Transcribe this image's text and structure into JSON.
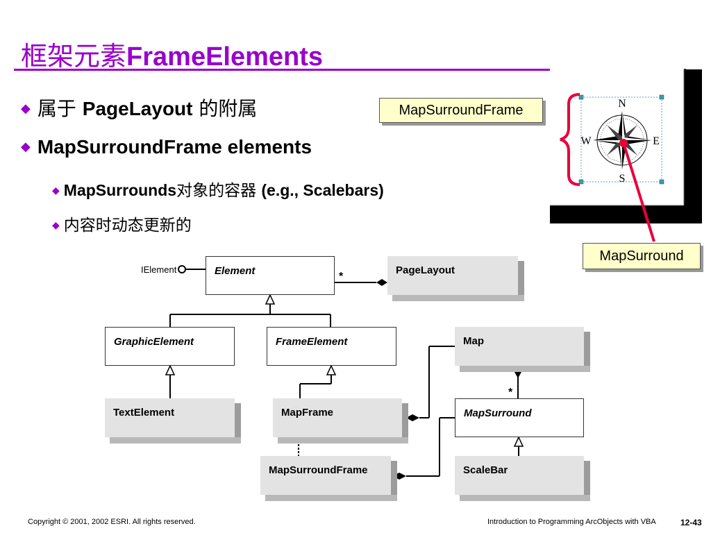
{
  "title": {
    "cn": "框架元素",
    "en": "FrameElements"
  },
  "bullets": {
    "b1": {
      "cn_prefix": "属于",
      "bold": "PageLayout",
      "cn_suffix": "的附属"
    },
    "b2": {
      "bold": "MapSurroundFrame elements"
    },
    "b3": {
      "bold": "MapSurrounds",
      "cn": "对象的容器",
      "bold_tail": "(e.g., Scalebars)"
    },
    "b4": {
      "cn": "内容时动态更新的"
    }
  },
  "callouts": {
    "mapsurroundframe": "MapSurroundFrame",
    "mapsurround": "MapSurround"
  },
  "compass": {
    "n": "N",
    "s": "S",
    "e": "E",
    "w": "W"
  },
  "uml": {
    "interface": "IElement",
    "element": "Element",
    "pagelayout": "PageLayout",
    "graphicelement": "GraphicElement",
    "frameelement": "FrameElement",
    "map": "Map",
    "textelement": "TextElement",
    "mapframe": "MapFrame",
    "mapsurround": "MapSurround",
    "mapsurroundframe": "MapSurroundFrame",
    "scalebar": "ScaleBar",
    "mult_pagelayout": "*",
    "mult_map": "*"
  },
  "footer": {
    "copyright": "Copyright © 2001, 2002 ESRI.  All rights reserved.",
    "course": "Introduction to Programming ArcObjects with VBA",
    "page": "12-43"
  },
  "colors": {
    "accent": "#9900cc",
    "callout_bg": "#ffffcc",
    "pointer": "#e8003a"
  }
}
